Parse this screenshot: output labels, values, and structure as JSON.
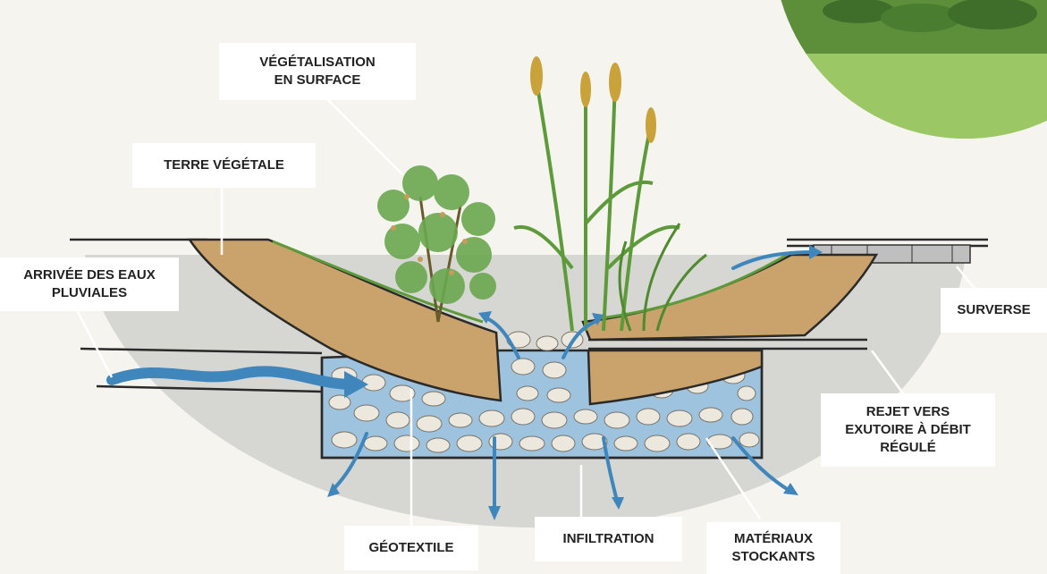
{
  "labels": {
    "vegetalisation": "VÉGÉTALISATION\nEN SURFACE",
    "terre_vegetale": "TERRE VÉGÉTALE",
    "arrivee": "ARRIVÉE DES EAUX\nPLUVIALES",
    "surverse": "SURVERSE",
    "rejet": "REJET VERS\nEXUTOIRE À DÉBIT\nRÉGULÉ",
    "geotextile": "GÉOTEXTILE",
    "infiltration": "INFILTRATION",
    "materiaux": "MATÉRIAUX\nSTOCKANTS"
  },
  "colors": {
    "background": "#f6f4ef",
    "ground": "#d6d6d3",
    "soil": "#c9a36b",
    "water": "#3f86bd",
    "stone": "#ece8de",
    "grass": "#5d9a3a",
    "lawn": "#8fbf5a"
  }
}
